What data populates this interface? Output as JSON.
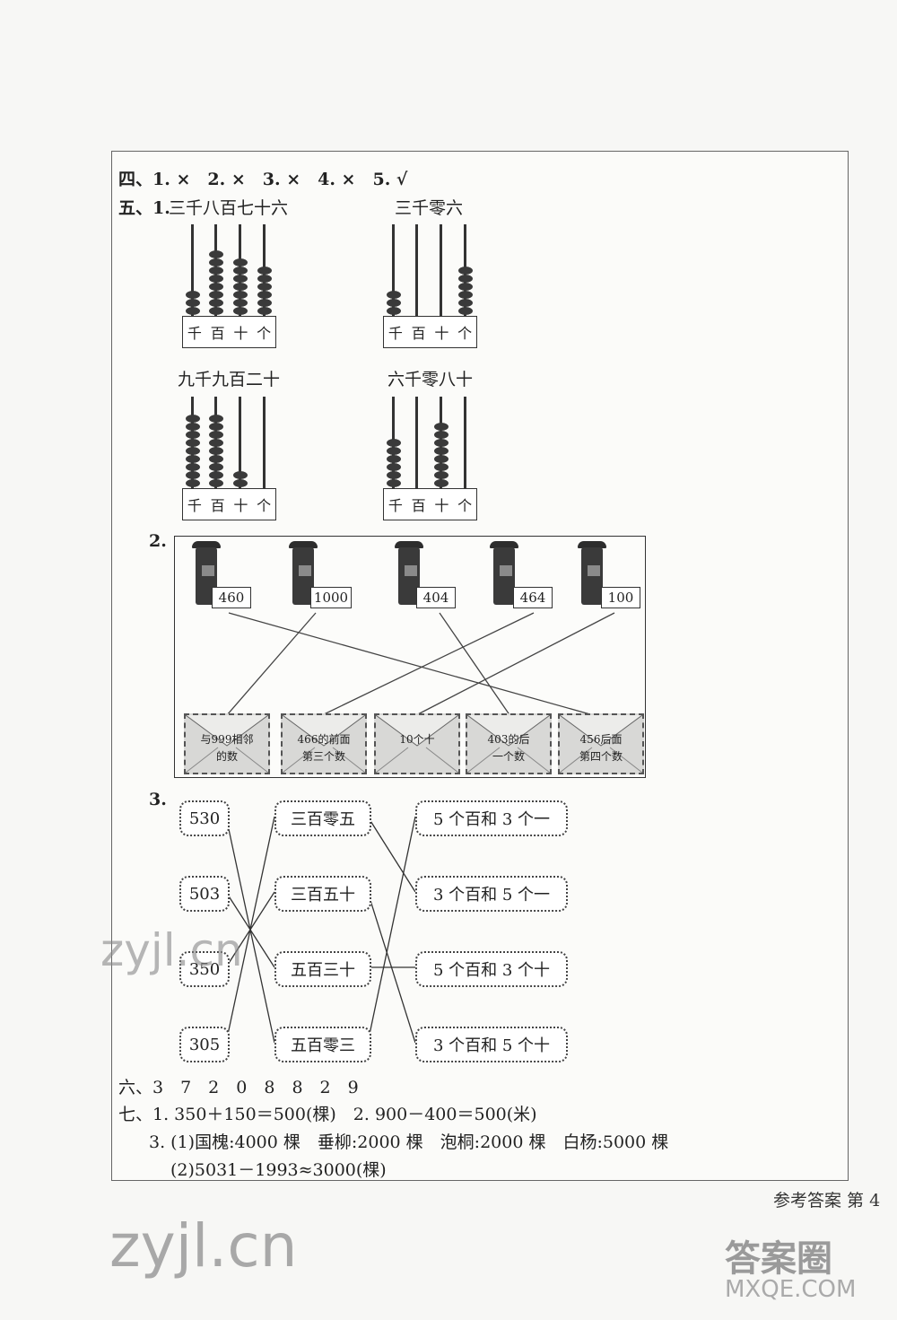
{
  "section4": {
    "text": "四、1. ×　2. ×　3. ×　4. ×　5. √"
  },
  "section5": {
    "q1_label": "五、1.",
    "abacus": [
      {
        "caption": "三千八百七十六",
        "beads": [
          3,
          8,
          7,
          6
        ]
      },
      {
        "caption": "三千零六",
        "beads": [
          3,
          0,
          0,
          6
        ]
      },
      {
        "caption": "九千九百二十",
        "beads": [
          9,
          9,
          2,
          0
        ]
      },
      {
        "caption": "六千零八十",
        "beads": [
          6,
          0,
          8,
          0
        ]
      }
    ],
    "place_labels": [
      "千",
      "百",
      "十",
      "个"
    ],
    "q2_label": "2.",
    "mailboxes": [
      "460",
      "1000",
      "404",
      "464",
      "100"
    ],
    "envelopes": [
      {
        "line1": "与999相邻",
        "line2": "的数"
      },
      {
        "line1": "466的前面",
        "line2": "第三个数"
      },
      {
        "line1": "10个十",
        "line2": ""
      },
      {
        "line1": "403的后",
        "line2": "一个数"
      },
      {
        "line1": "456后面",
        "line2": "第四个数"
      }
    ],
    "q3_label": "3.",
    "col1": [
      "530",
      "503",
      "350",
      "305"
    ],
    "col2": [
      "三百零五",
      "三百五十",
      "五百三十",
      "五百零三"
    ],
    "col3": [
      "5 个百和 3 个一",
      "3 个百和 5 个一",
      "5 个百和 3 个十",
      "3 个百和 5 个十"
    ]
  },
  "section6": {
    "text": "六、3　7　2　0　8　8　2　9"
  },
  "section7": {
    "line1": "七、1. 350＋150＝500(棵)　2. 900－400＝500(米)",
    "line2": "3. (1)国槐:4000 棵　垂柳:2000 棵　泡桐:2000 棵　白杨:5000 棵",
    "line3": "(2)5031－1993≈3000(棵)"
  },
  "footer": {
    "text": "参考答案 第 4"
  },
  "watermarks": {
    "wm1": "zyjl.cn",
    "wm2": "zyjl.cn",
    "wm3": "答案圈",
    "wm4": "MXQE.COM"
  }
}
